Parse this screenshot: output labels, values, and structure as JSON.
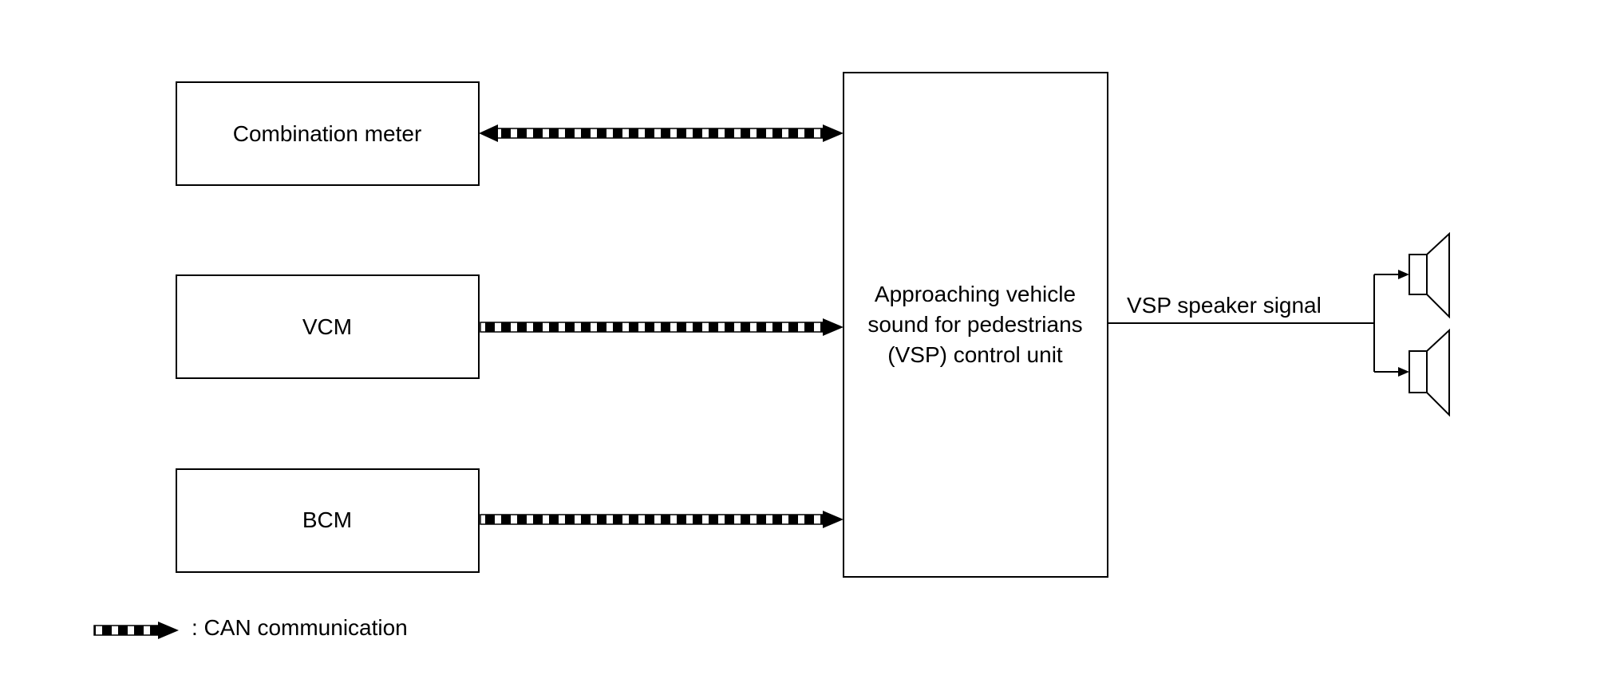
{
  "blocks": {
    "combination_meter": "Combination meter",
    "vcm": "VCM",
    "bcm": "BCM",
    "vsp_unit": [
      "Approaching vehicle",
      "sound for pedestrians",
      "(VSP) control unit"
    ]
  },
  "signal_label": "VSP speaker signal",
  "legend": {
    "label": ": CAN communication"
  }
}
